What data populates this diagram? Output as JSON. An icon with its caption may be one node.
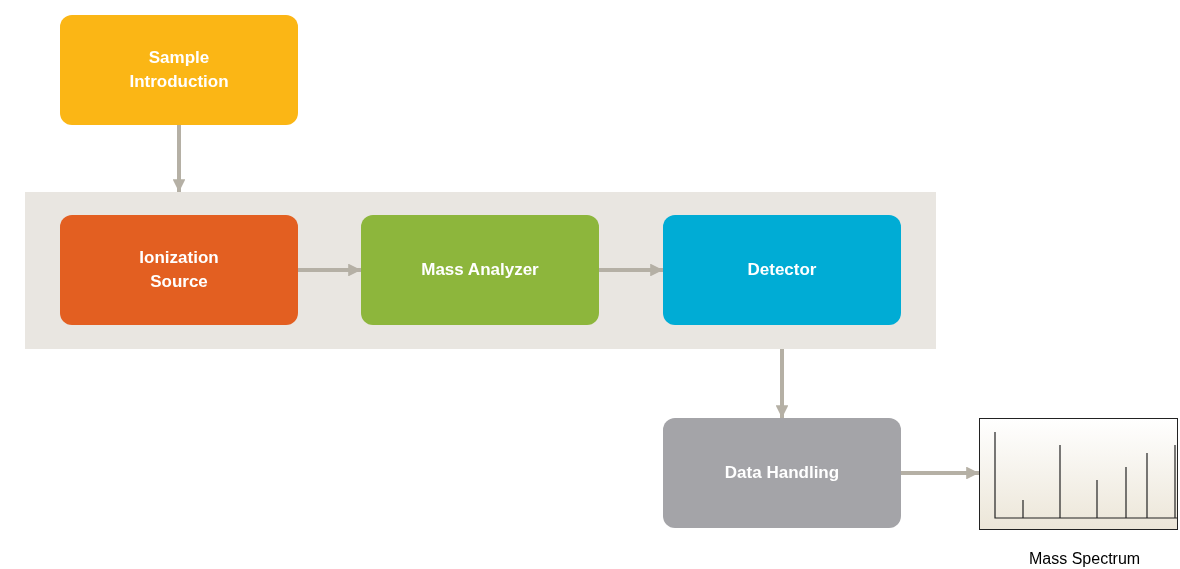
{
  "diagram": {
    "nodes": [
      {
        "text": [
          "Sample Introduction"
        ]
      },
      {
        "text": [],
        "shape": "box"
      },
      {
        "text": [
          "Ionization Source"
        ],
        "in": 1
      },
      {
        "text": [
          "Mass Analyzer"
        ],
        "in": 1
      },
      {
        "text": [
          "Detector"
        ],
        "in": 1
      },
      {
        "text": [
          "Data Handling"
        ]
      },
      {
        "text": [],
        "shape": "picture",
        "beside": [
          "Mass Spectrum"
        ]
      }
    ],
    "edges": [
      {
        "from": 0,
        "to": 1,
        "arrow": "to"
      },
      {
        "from": 2,
        "to": 3,
        "arrow": "to"
      },
      {
        "from": 3,
        "to": 4,
        "arrow": "to"
      },
      {
        "from": 1,
        "to": 5,
        "arrow": "to"
      },
      {
        "from": 5,
        "to": 6,
        "arrow": "to"
      }
    ]
  }
}
